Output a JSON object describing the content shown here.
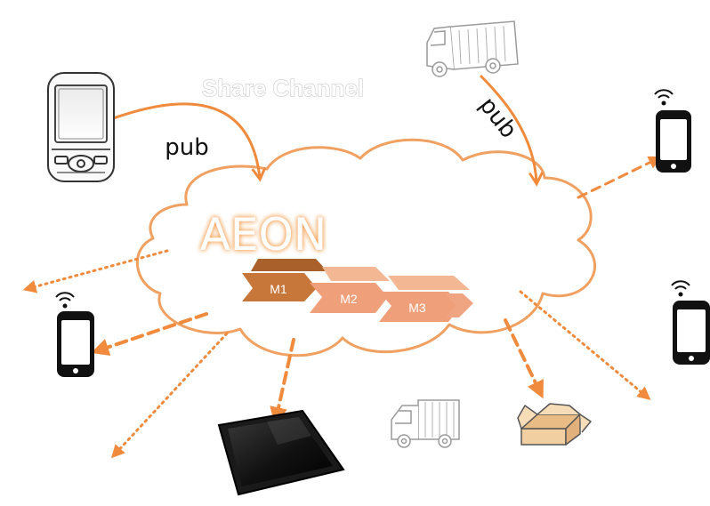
{
  "labels": {
    "share_channel": "Share Channel",
    "pub_left": "pub",
    "pub_right": "pub",
    "broker": "AEON"
  },
  "messages": [
    "M1",
    "M2",
    "M3"
  ],
  "colors": {
    "accent": "#F08A3C",
    "accent_dark": "#B8682F",
    "accent_light": "#F2A882",
    "cloud_stroke": "#F0A060",
    "ink": "#111111",
    "sketch": "#9a9a9a"
  },
  "icons": [
    "feature-phone-icon",
    "delivery-truck-icon",
    "smartphone-wifi-icon",
    "tablet-icon",
    "open-box-icon"
  ]
}
